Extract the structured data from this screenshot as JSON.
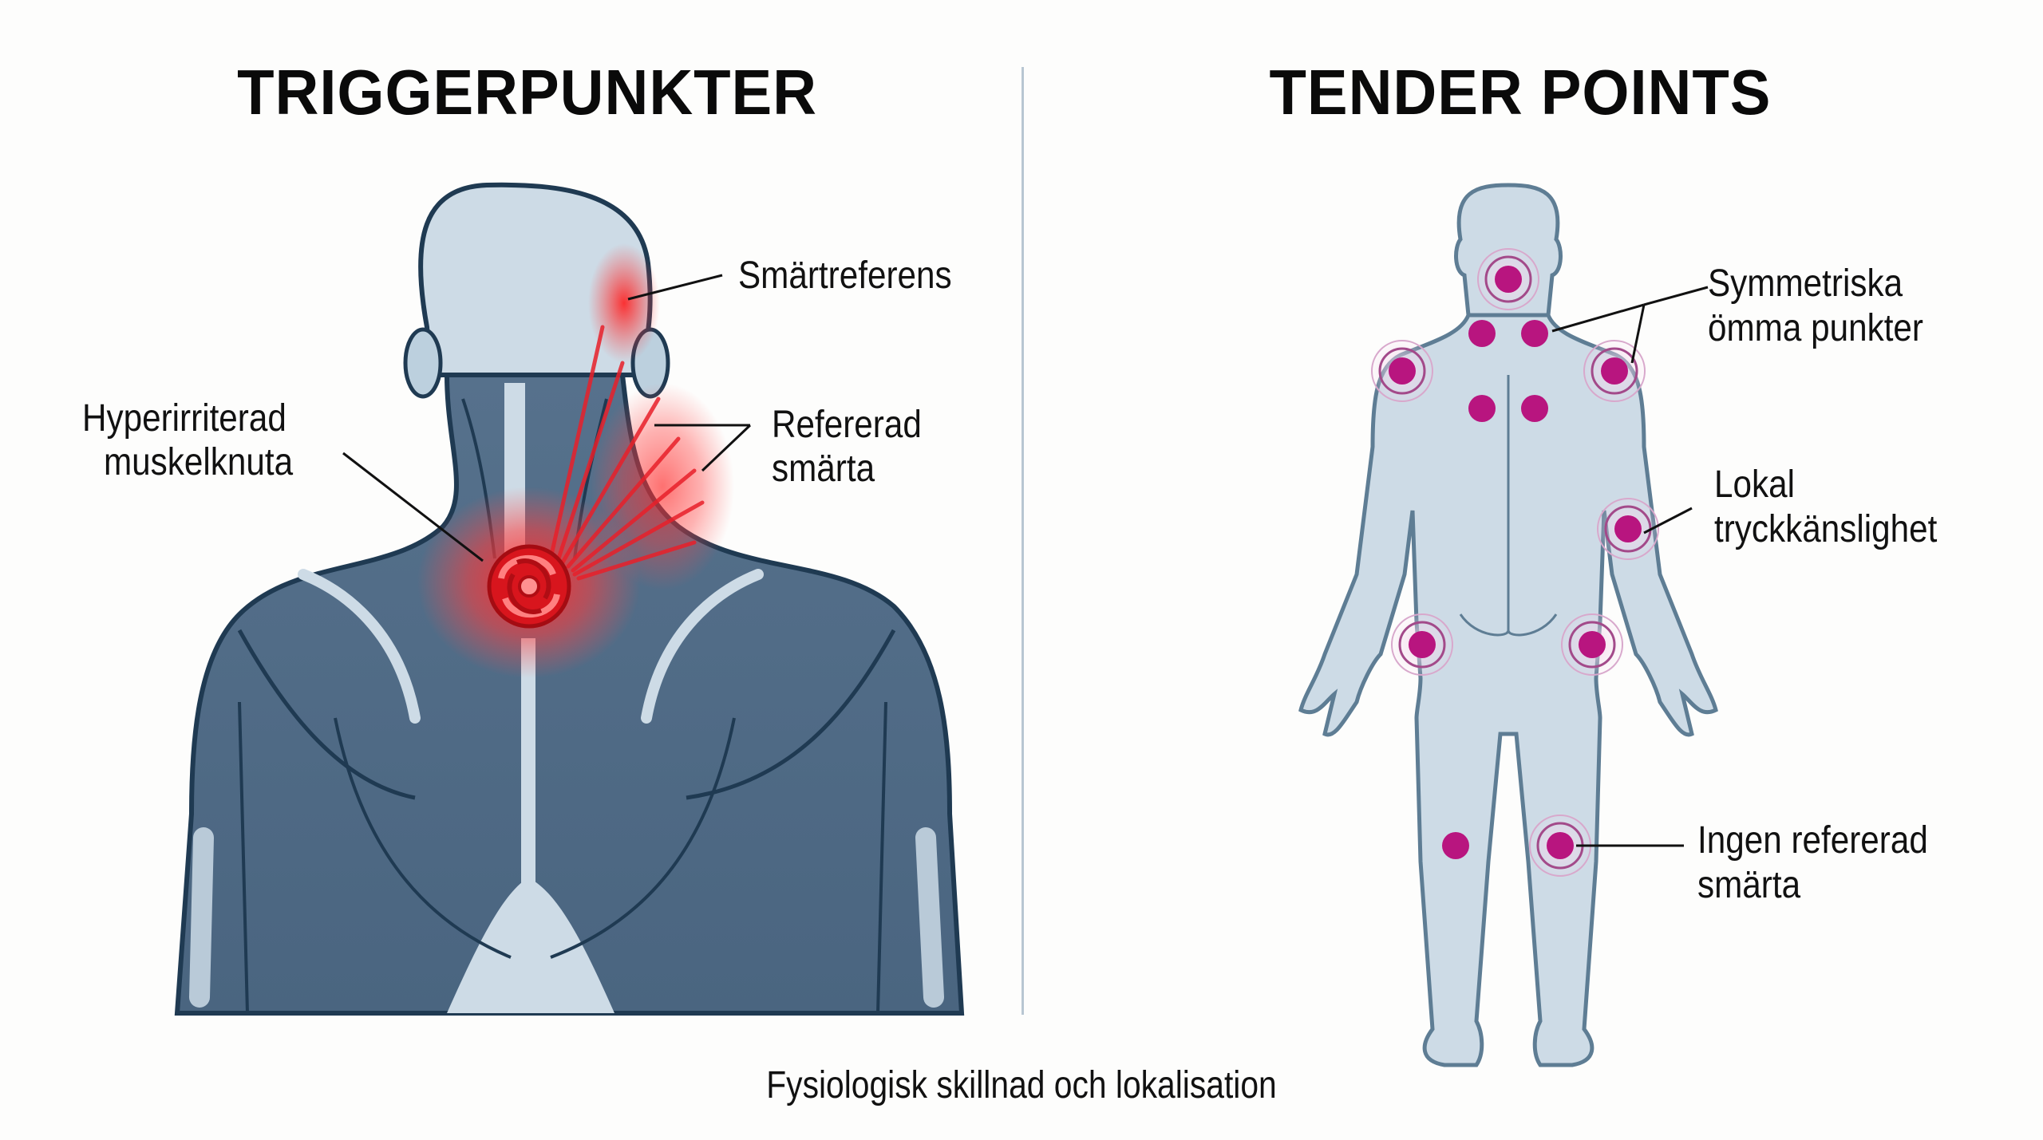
{
  "left_panel": {
    "title": "TRIGGERPUNKTER",
    "labels": {
      "pain_reference": "Smärtreferens",
      "referred_pain_line1": "Refererad",
      "referred_pain_line2": "smärta",
      "knot_line1": "Hyperirriterad",
      "knot_line2": "muskelknuta"
    }
  },
  "right_panel": {
    "title": "TENDER POINTS",
    "labels": {
      "symmetric_line1": "Symmetriska",
      "symmetric_line2": "ömma punkter",
      "local_line1": "Lokal",
      "local_line2": "tryckkänslighet",
      "no_referred_line1": "Ingen refererad",
      "no_referred_line2": "smärta"
    }
  },
  "caption": "Fysiologisk skillnad och lokalisation",
  "colors": {
    "muscle": "#4f6a85",
    "muscle_dark": "#1f3a52",
    "skin": "#cddbe6",
    "trigger_red": "#e8202a",
    "tender_magenta": "#b8157f",
    "divider": "#b8c6d2"
  }
}
